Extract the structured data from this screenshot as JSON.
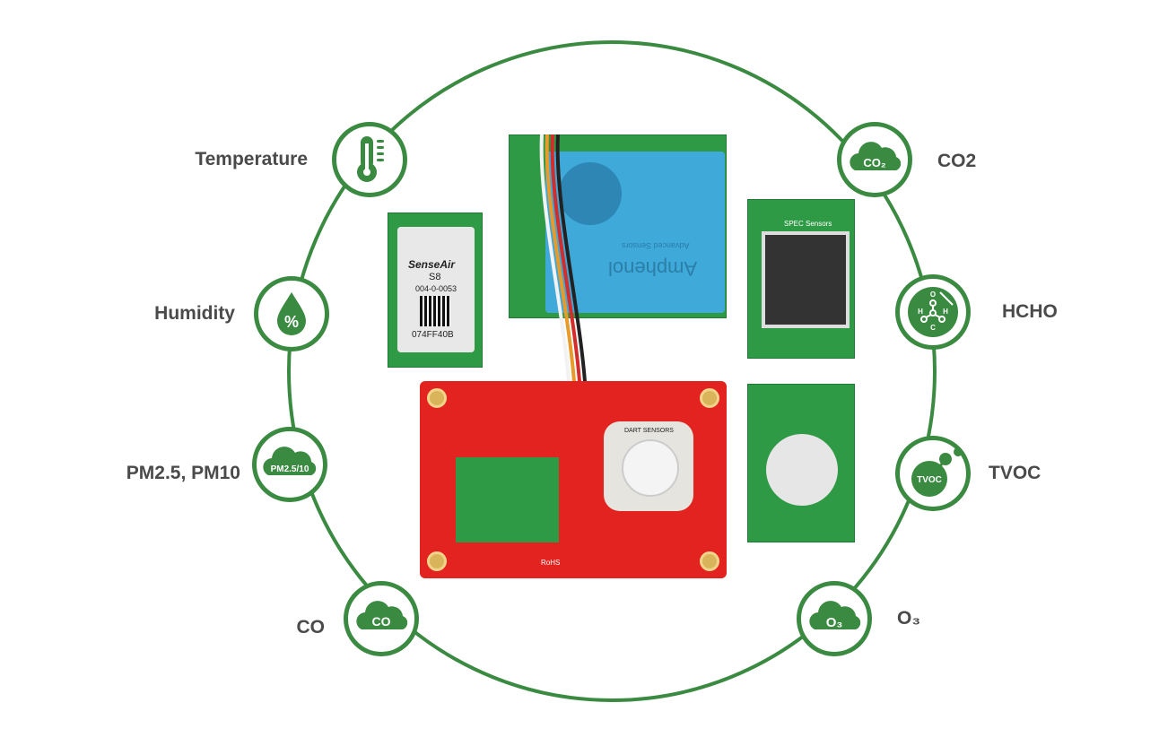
{
  "colors": {
    "accent": "#3b8a41",
    "label": "#4a4a4a",
    "pcb_red": "#e3231f",
    "pcb_green": "#2f9a45",
    "sensor_blue": "#3fa9d9"
  },
  "nodes": [
    {
      "id": "temperature",
      "label": "Temperature",
      "icon": "thermometer-icon"
    },
    {
      "id": "humidity",
      "label": "Humidity",
      "icon": "water-drop-percent-icon"
    },
    {
      "id": "pm",
      "label": "PM2.5, PM10",
      "icon": "cloud-icon",
      "icon_text": "PM2.5/10"
    },
    {
      "id": "co",
      "label": "CO",
      "icon": "cloud-icon",
      "icon_text": "CO"
    },
    {
      "id": "co2",
      "label": "CO2",
      "icon": "cloud-icon",
      "icon_text": "CO₂"
    },
    {
      "id": "hcho",
      "label": "HCHO",
      "icon": "molecule-icon"
    },
    {
      "id": "tvoc",
      "label": "TVOC",
      "icon": "molecule-bubble-icon",
      "icon_text": "TVOC"
    },
    {
      "id": "o3",
      "label": "O₃",
      "icon": "cloud-icon",
      "icon_text": "O₃"
    }
  ],
  "hardware": {
    "senseair": {
      "brand": "SenseAir",
      "model": "S8",
      "part": "004-0-0053",
      "serial": "074FF40B"
    },
    "amphenol": {
      "brand": "Amphenol",
      "sub": "Advanced Sensors"
    },
    "spec": {
      "brand": "SPEC Sensors"
    },
    "red_board": {
      "mark": "RoHS",
      "dart": "DART SENSORS"
    }
  }
}
